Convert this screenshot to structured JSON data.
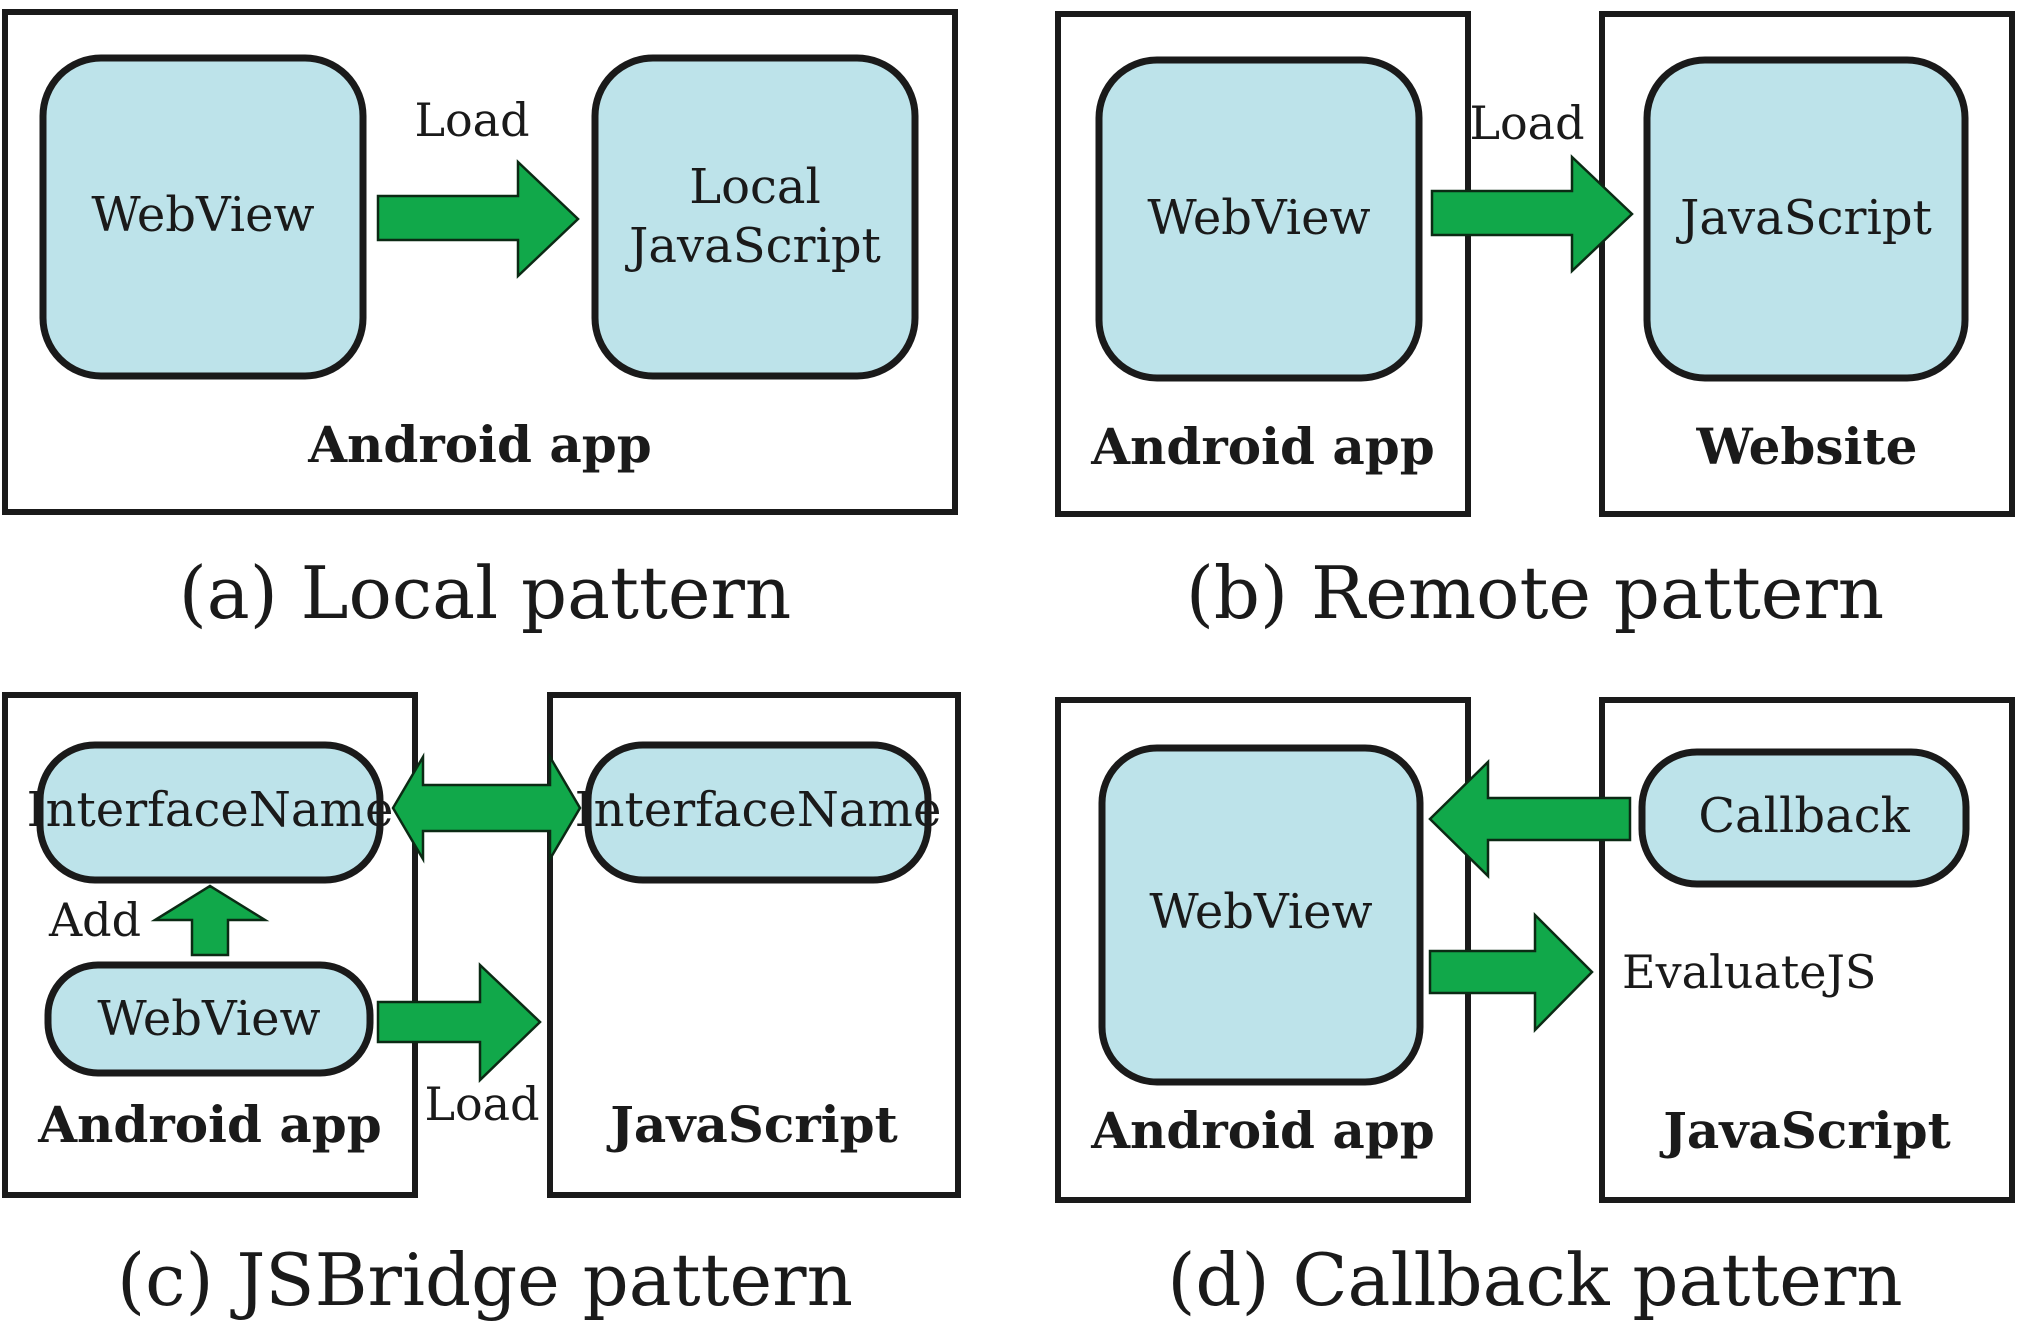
{
  "panels": {
    "a": {
      "caption": "(a) Local pattern",
      "container": "Android app",
      "node_webview": "WebView",
      "node_local_js_line1": "Local",
      "node_local_js_line2": "JavaScript",
      "arrow_label": "Load"
    },
    "b": {
      "caption": "(b) Remote pattern",
      "container_app": "Android app",
      "container_site": "Website",
      "node_webview": "WebView",
      "node_js": "JavaScript",
      "arrow_label": "Load"
    },
    "c": {
      "caption": "(c) JSBridge pattern",
      "container_app": "Android app",
      "container_js": "JavaScript",
      "node_interface_app": "InterfaceName",
      "node_interface_js": "InterfaceName",
      "node_webview": "WebView",
      "add_label": "Add",
      "load_label": "Load"
    },
    "d": {
      "caption": "(d) Callback pattern",
      "container_app": "Android app",
      "container_js": "JavaScript",
      "node_webview": "WebView",
      "node_callback": "Callback",
      "evaluate_label": "EvaluateJS"
    }
  },
  "colors": {
    "node_fill": "#bde3ea",
    "arrow_fill": "#11a84a",
    "stroke": "#1a1a1a"
  }
}
